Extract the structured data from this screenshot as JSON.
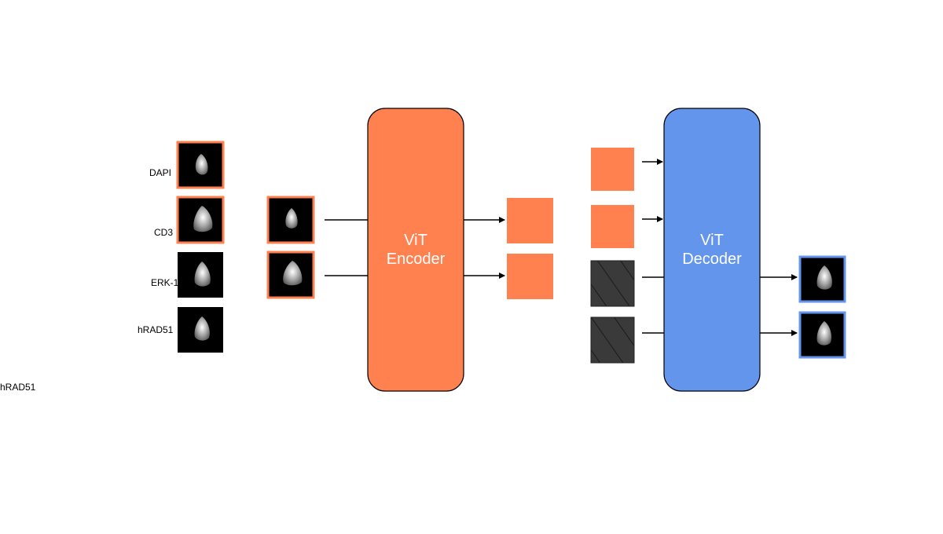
{
  "colors": {
    "encoder": "#FF8150",
    "decoder": "#6495ED",
    "token": "#FF8150",
    "masked": "#3A3A3A",
    "arrow": "#000000"
  },
  "channels": [
    {
      "label": "DAPI",
      "selected": true,
      "icon": "cell-image-icon"
    },
    {
      "label": "CD3",
      "selected": true,
      "icon": "cell-image-icon"
    },
    {
      "label": "ERK-1",
      "selected": false,
      "icon": "cell-image-icon"
    },
    {
      "label": "hRAD51",
      "selected": false,
      "icon": "cell-image-icon"
    }
  ],
  "stray_label": "hRAD51",
  "encoder": {
    "line1": "ViT",
    "line2": "Encoder"
  },
  "decoder": {
    "line1": "ViT",
    "line2": "Decoder"
  },
  "decoder_inputs": [
    "visible",
    "visible",
    "masked",
    "masked"
  ]
}
